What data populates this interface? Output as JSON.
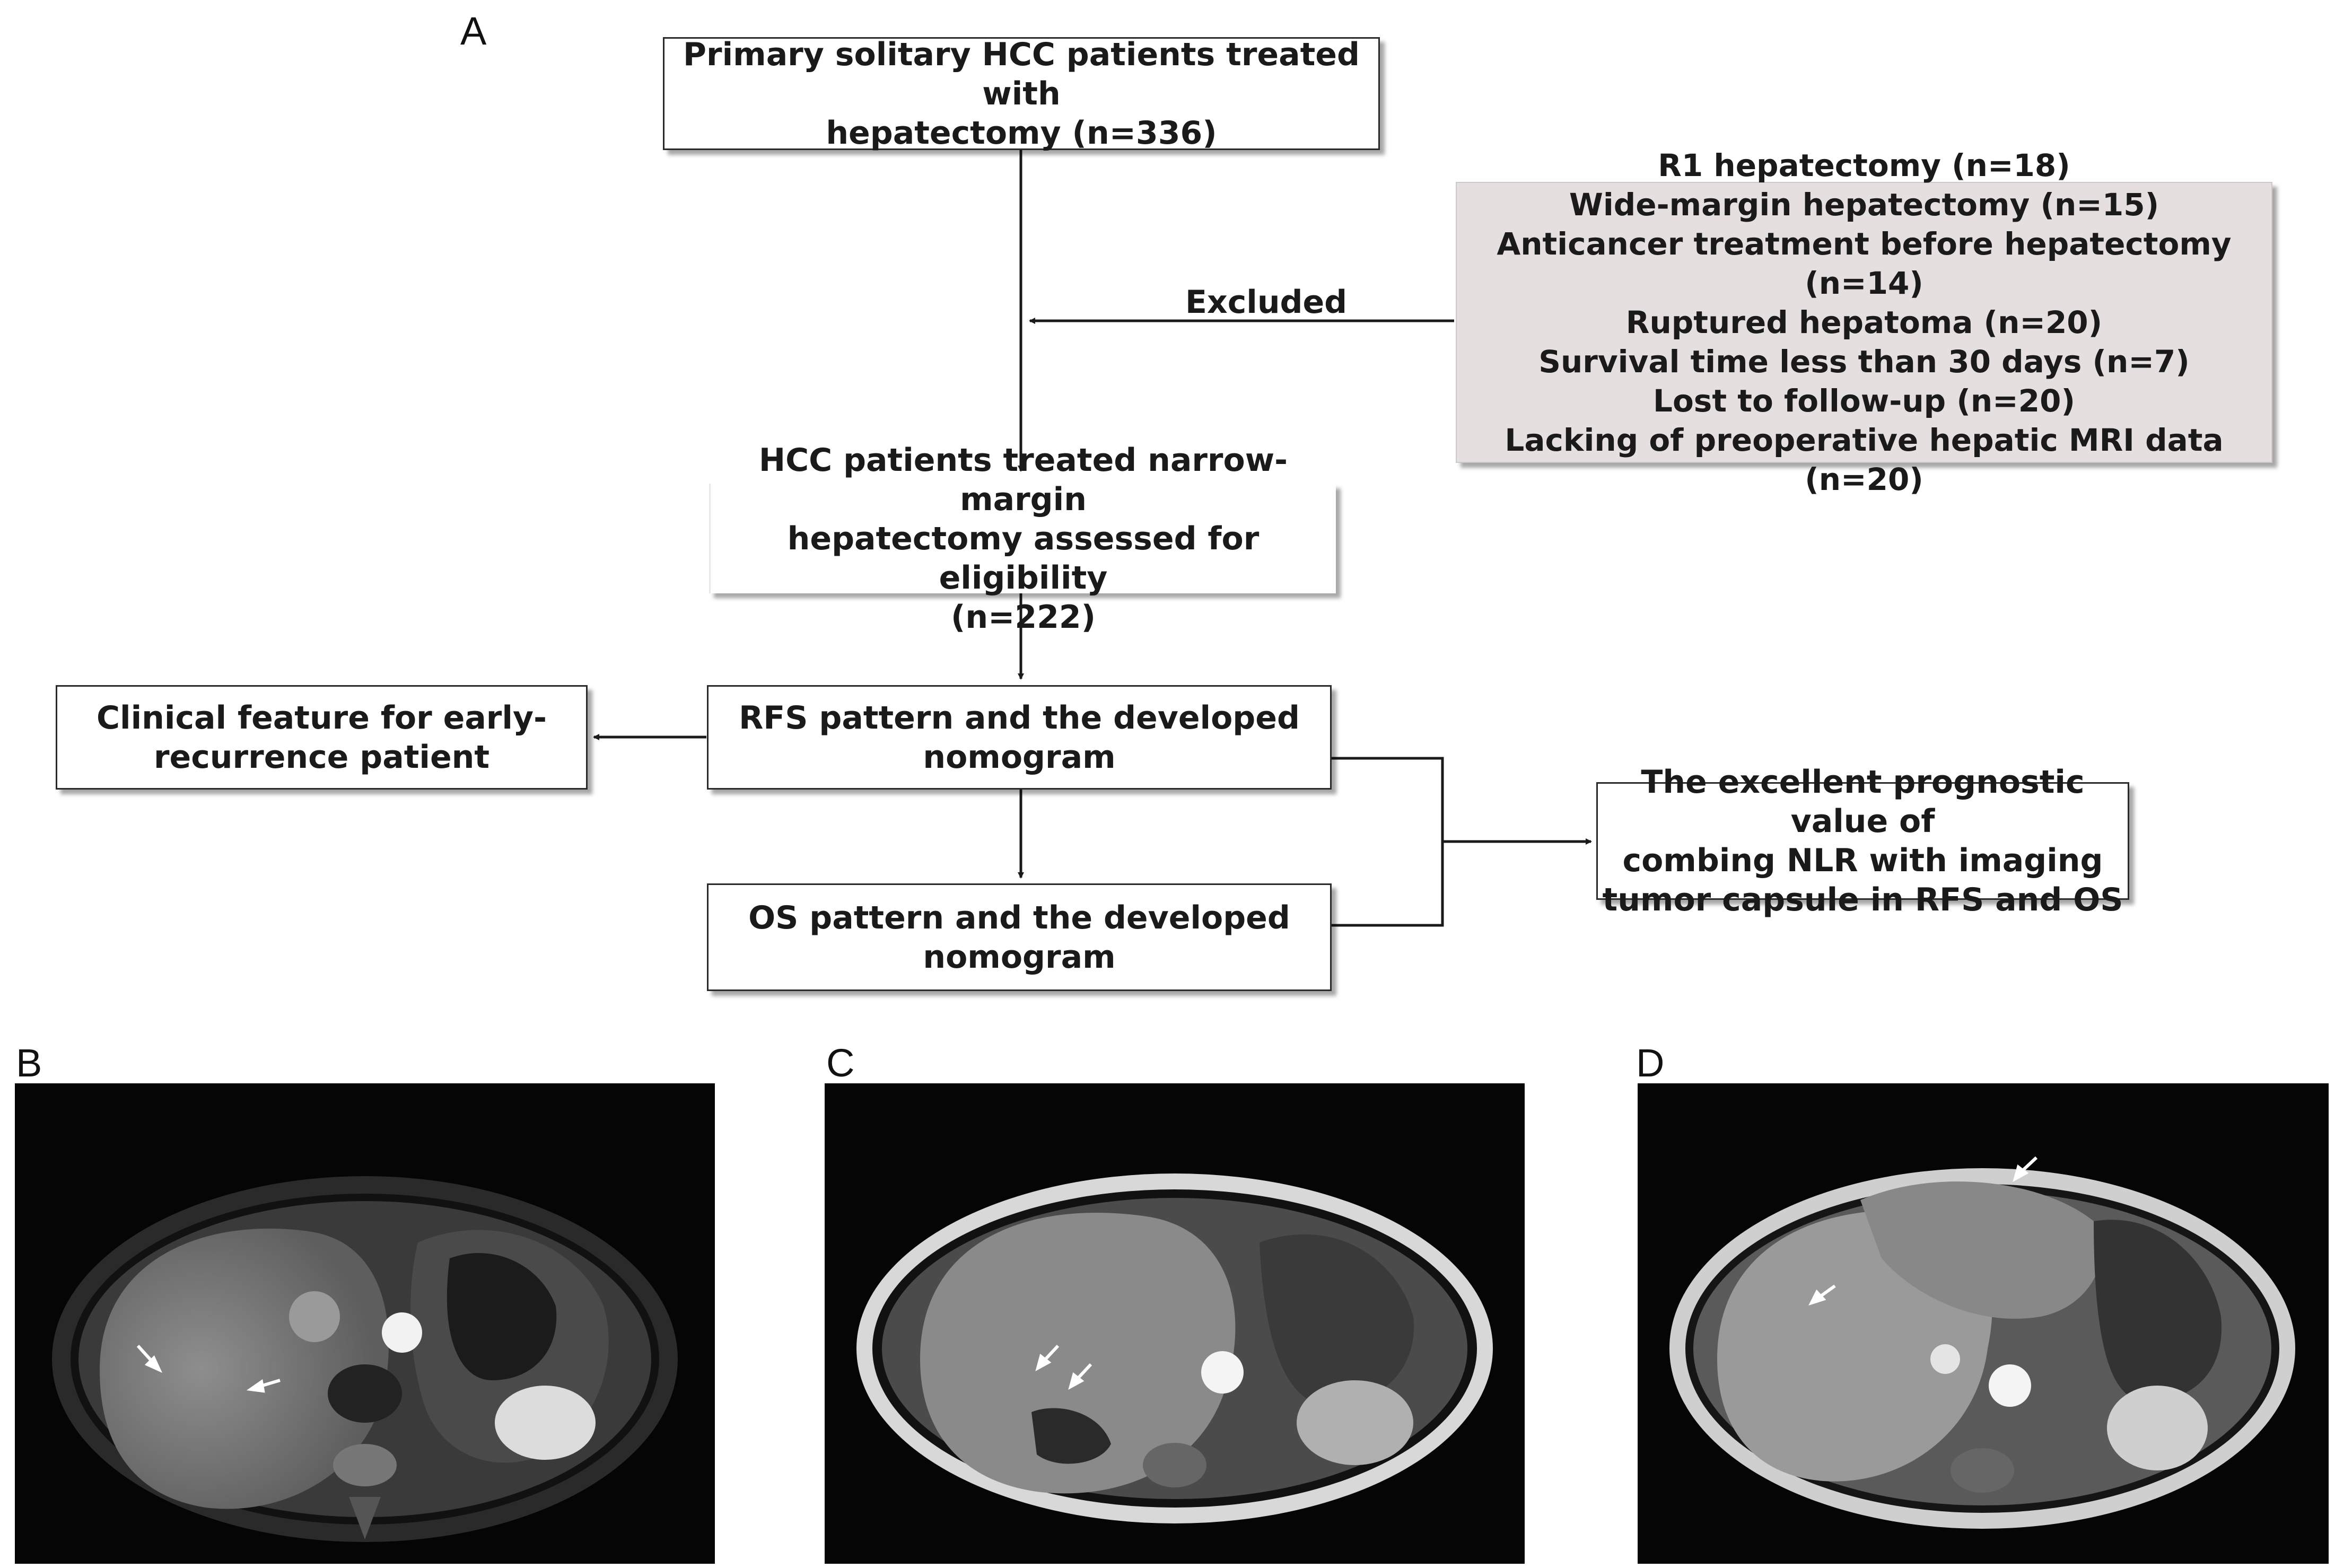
{
  "panels": {
    "a": "A",
    "b": "B",
    "c": "C",
    "d": "D"
  },
  "flow": {
    "start": "Primary solitary HCC patients treated with\nhepatectomy (n=336)",
    "excluded_label": "Excluded",
    "exclusions": [
      "R1 hepatectomy (n=18)",
      "Wide-margin hepatectomy (n=15)",
      "Anticancer treatment before hepatectomy (n=14)",
      "Ruptured hepatoma (n=20)",
      "Survival time less than 30 days (n=7)",
      "Lost to follow-up (n=20)",
      "Lacking of preoperative hepatic MRI data (n=20)"
    ],
    "eligible": "HCC patients treated narrow-margin\nhepatectomy assessed for eligibility\n(n=222)",
    "rfs": "RFS pattern and the developed\nnomogram",
    "clinical": "Clinical feature for early-\nrecurrence patient",
    "os": "OS pattern and the developed\nnomogram",
    "conclusion": "The excellent prognostic value of\ncombing NLR with imaging\ntumor capsule in RFS and OS"
  },
  "colors": {
    "exclusion_fill": "#e6dfdf",
    "line": "#1a1a1a",
    "mri_bg": "#050505"
  }
}
